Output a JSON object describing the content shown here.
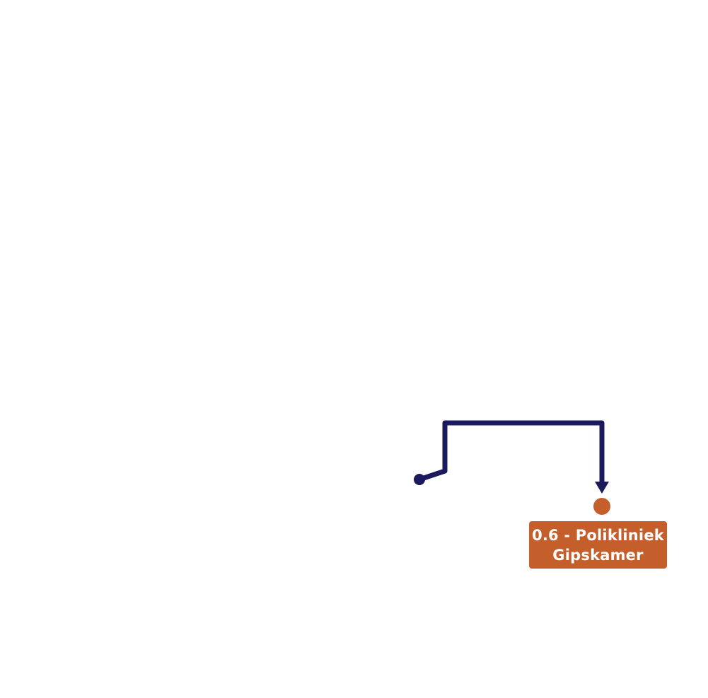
{
  "route": {
    "line_color": "#1b1a5c",
    "label": "route-from-current-location-to-destination"
  },
  "start": {
    "name": "start-point",
    "color": "#1b1a5c"
  },
  "destination": {
    "marker_color": "#c45f2b",
    "label_background": "#c45f2b",
    "label_text_color": "#ffffff",
    "line1": "0.6 - Polikliniek",
    "line2": "Gipskamer"
  }
}
